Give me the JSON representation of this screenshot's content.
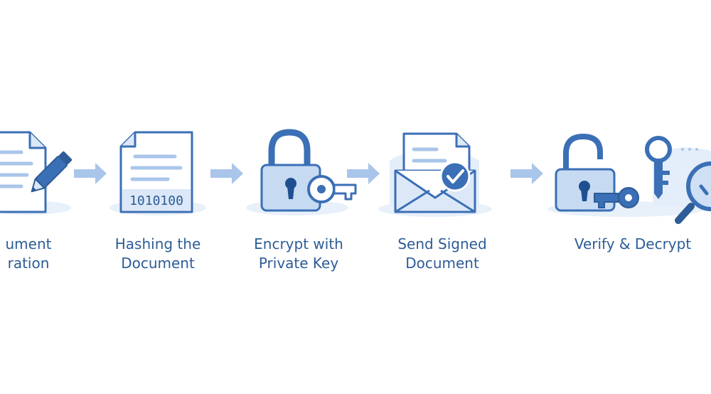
{
  "diagram": {
    "colors": {
      "primary": "#3b6fb6",
      "light": "#dce8f7",
      "mid": "#a9c5ea",
      "text": "#2d5c97",
      "arrow": "#a9c5ea"
    },
    "steps": [
      {
        "icon": "document-pencil-icon",
        "label_line1": "ument",
        "label_line2": "ration"
      },
      {
        "icon": "hashed-document-icon",
        "hash_text": "1010100",
        "label_line1": "Hashing the",
        "label_line2": "Document"
      },
      {
        "icon": "padlock-key-icon",
        "label_line1": "Encrypt with",
        "label_line2": "Private Key"
      },
      {
        "icon": "signed-envelope-icon",
        "label_line1": "Send Signed",
        "label_line2": "Document"
      },
      {
        "icon": "unlocked-padlock-key-magnifier-icon",
        "label_line1": "Verify & Decrypt",
        "label_line2": ""
      }
    ],
    "arrows": [
      "arrow-right-icon",
      "arrow-right-icon",
      "arrow-right-icon",
      "arrow-right-icon"
    ]
  }
}
